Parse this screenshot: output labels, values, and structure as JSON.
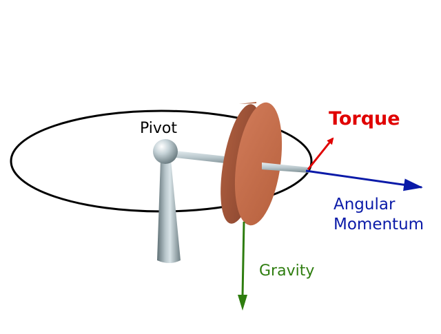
{
  "labels": {
    "pivot": "Pivot",
    "torque": "Torque",
    "angular_momentum_line1": "Angular",
    "angular_momentum_line2": "Momentum",
    "gravity": "Gravity"
  },
  "colors": {
    "background": "#ffffff",
    "pivot_text": "#000000",
    "torque": "#e00000",
    "angular_momentum": "#0a1aa8",
    "gravity": "#2e7d0f",
    "orbit": "#000000",
    "disk_face": "#c8704f",
    "disk_edge": "#9a4f35",
    "metal_light": "#dde7ec",
    "metal_dark": "#6f8085"
  },
  "icons": {
    "pivot_ball": "sphere",
    "stand": "tapered-post",
    "disk": "gyroscope-wheel"
  }
}
